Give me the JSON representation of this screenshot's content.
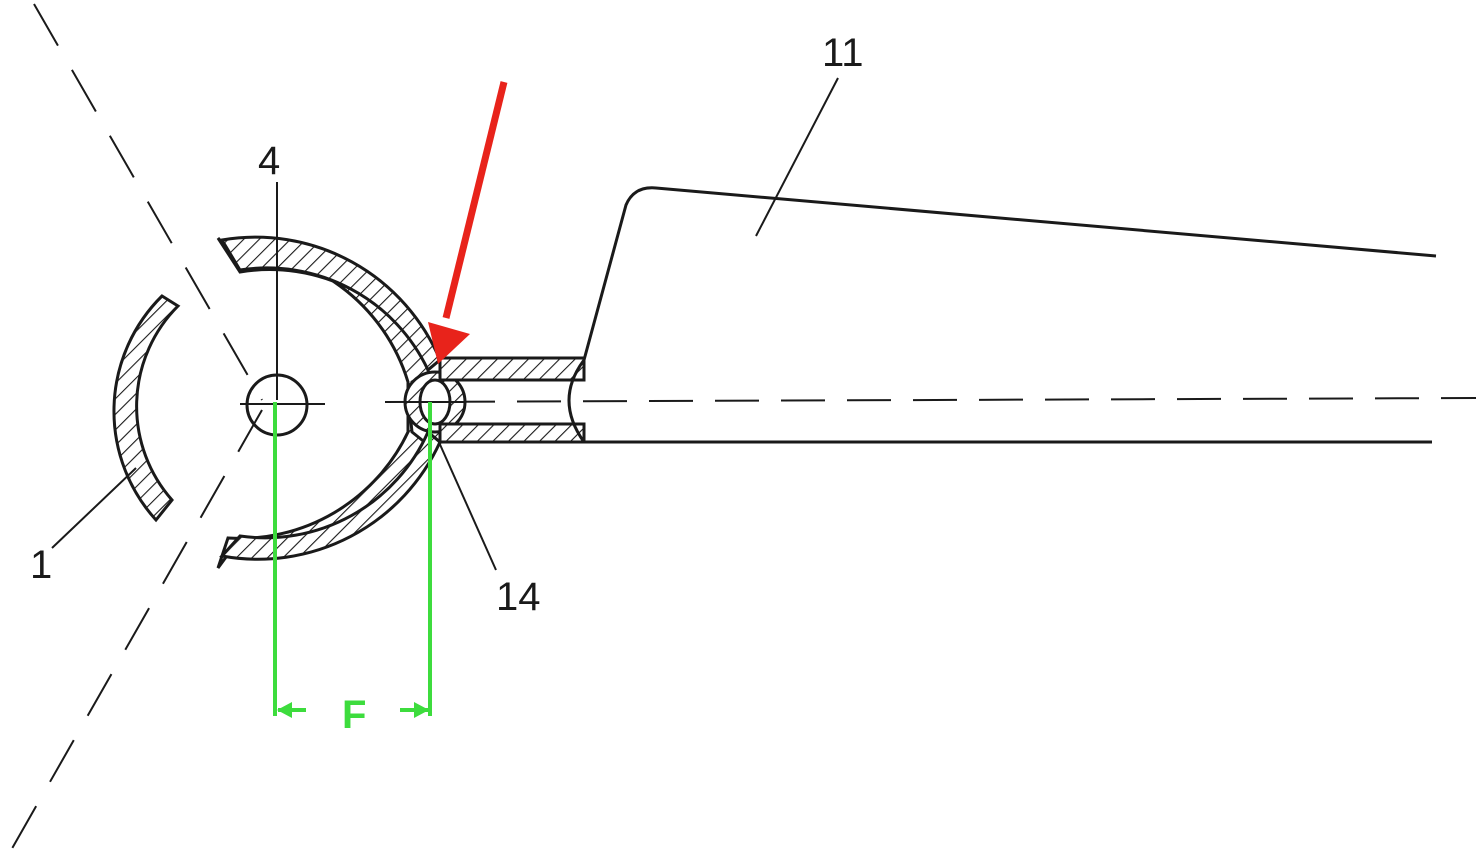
{
  "labels": {
    "part_1": "1",
    "part_4": "4",
    "part_11": "11",
    "part_14": "14",
    "dimension_f": "F"
  },
  "colors": {
    "line": "#1a1a1a",
    "arrow_highlight": "#e8231b",
    "dimension": "#3ddc3d",
    "background": "#ffffff"
  }
}
